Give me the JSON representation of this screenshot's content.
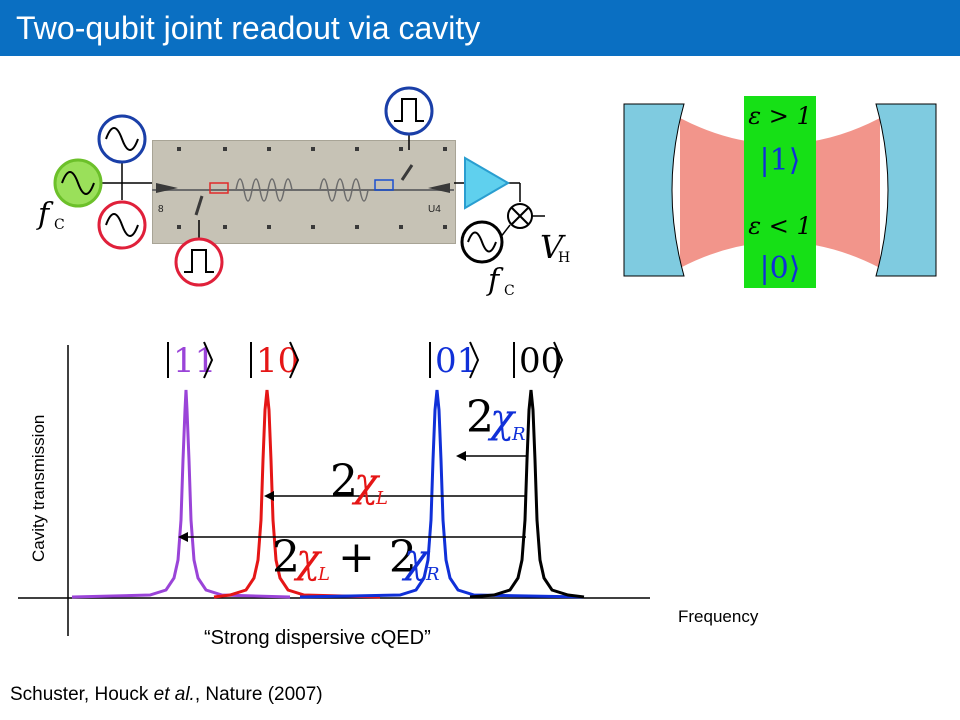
{
  "title": "Two-qubit joint readout via cavity",
  "circuit": {
    "drive_label_main": "f",
    "drive_label_sub": "C",
    "lo_label_main": "f",
    "lo_label_sub": "C",
    "output_label_main": "V",
    "output_label_sub": "H",
    "chip_label_left": "8",
    "chip_label_right": "U4"
  },
  "cavity": {
    "top_eps": "ε > 1",
    "top_state": "|1⟩",
    "bottom_eps": "ε < 1",
    "bottom_state": "|0⟩",
    "mirror_color": "#7fcbe0",
    "field_color": "#f2958b",
    "strip_color": "#16e016"
  },
  "spectrum": {
    "y_axis_label": "Cavity transmission",
    "x_axis_label": "Frequency",
    "caption": "“Strong dispersive cQED”",
    "peaks": [
      {
        "ket": "11",
        "color": "#9a44d8"
      },
      {
        "ket": "10",
        "color": "#e51616"
      },
      {
        "ket": "01",
        "color": "#1030d8"
      },
      {
        "ket": "00",
        "color": "#000000"
      }
    ],
    "shifts": [
      {
        "coef": "2",
        "chi": "χ",
        "sub": "R"
      },
      {
        "coef": "2",
        "chi": "χ",
        "sub": "L"
      },
      {
        "coef": "2",
        "chi": "χ",
        "sub": "L",
        "plus": "+ 2",
        "chi2": "χ",
        "sub2": "R"
      }
    ]
  },
  "citation": {
    "authors": "Schuster, Houck ",
    "et_al": "et al.",
    "journal": ", Nature (2007)"
  }
}
